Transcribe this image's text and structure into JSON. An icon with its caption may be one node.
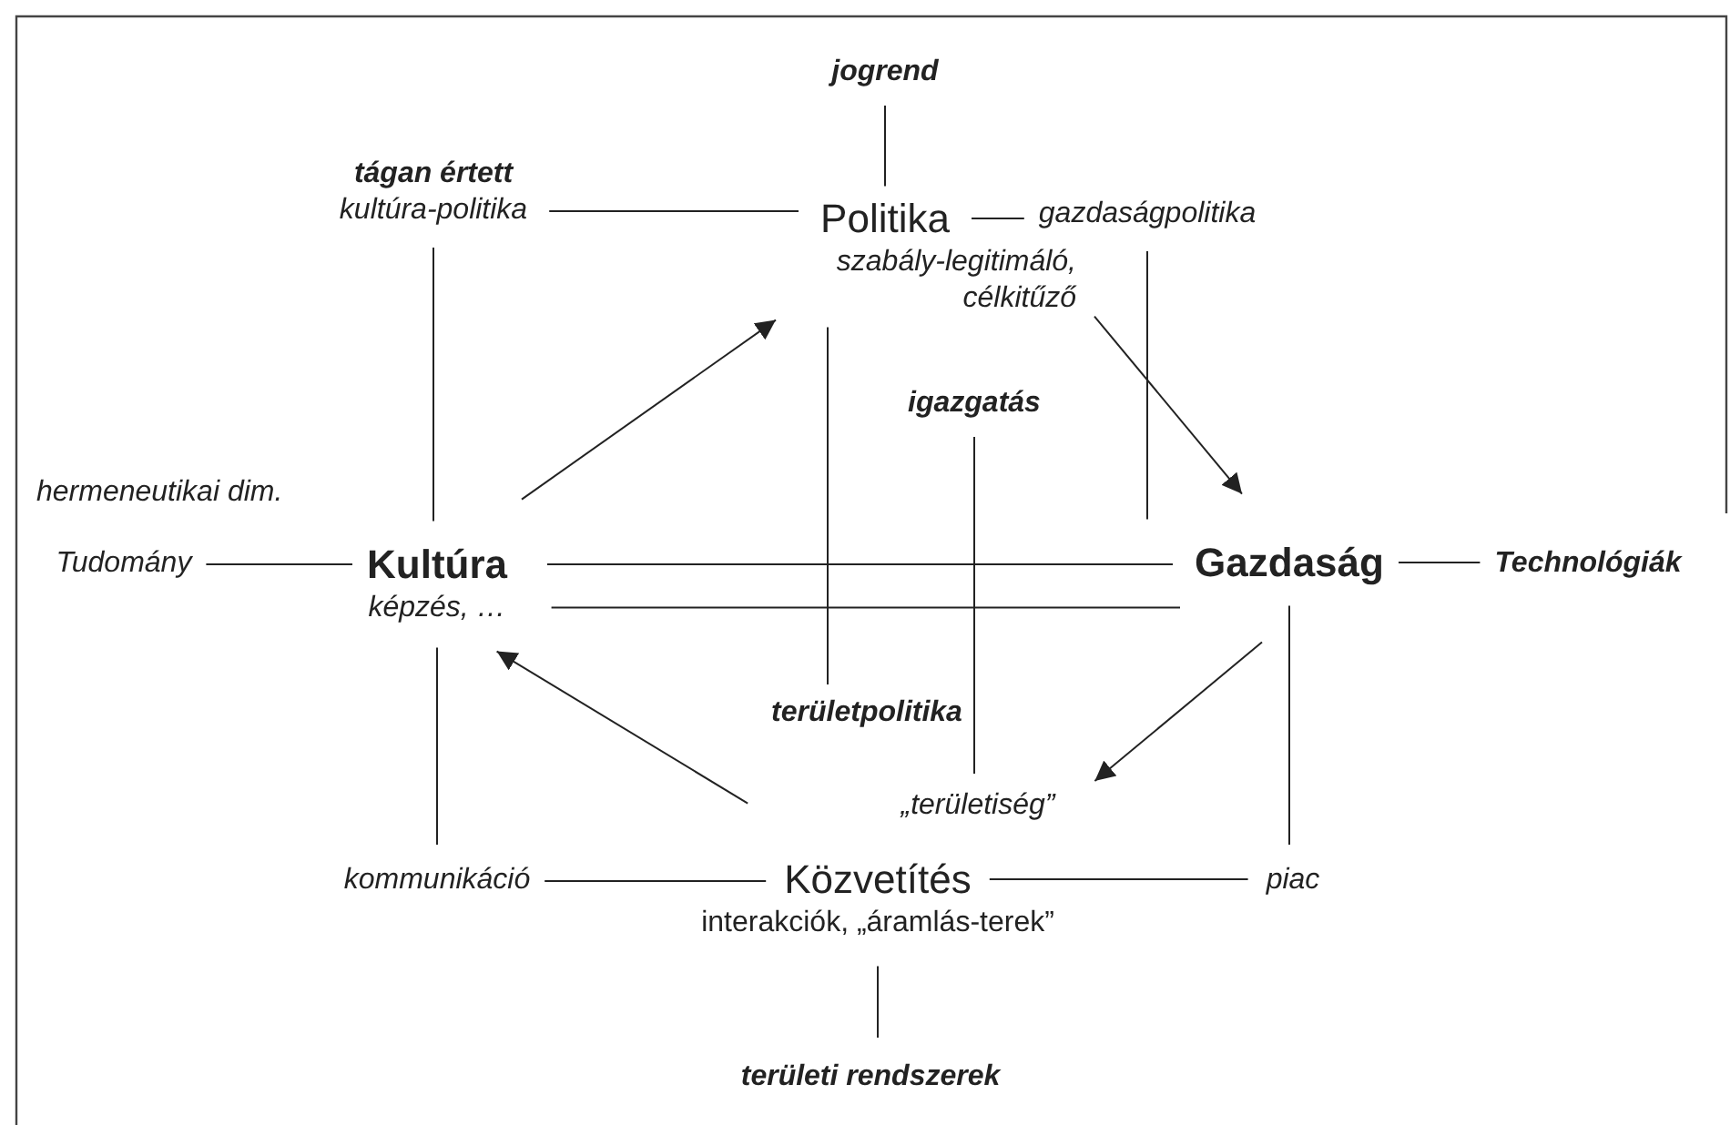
{
  "diagram": {
    "nodes": [
      {
        "text": [
          "jogrend"
        ]
      },
      {
        "text": [
          "tágan értett",
          "kultúra-politika"
        ]
      },
      {
        "text": [
          "Politika",
          "szabály-legitimáló, célkitűző"
        ]
      },
      {
        "text": [
          "gazdaságpolitika"
        ]
      },
      {
        "text": [
          "igazgatás"
        ]
      },
      {
        "text": [
          "Tudomány"
        ]
      },
      {
        "text": [
          "Kultúra",
          "képzés, …"
        ]
      },
      {
        "text": [
          "Gazdaság"
        ]
      },
      {
        "text": [
          "Technológiák"
        ]
      },
      {
        "text": [
          "területpolitika"
        ]
      },
      {
        "text": [
          "„területiség”"
        ]
      },
      {
        "text": [
          "kommunikáció"
        ]
      },
      {
        "text": [
          "Közvetítés",
          "interakciók, „áramlás-terek”"
        ]
      },
      {
        "text": [
          "piac"
        ]
      },
      {
        "text": [
          "területi rendszerek"
        ]
      }
    ],
    "edges": [
      {
        "from": 0,
        "to": 2,
        "arrow": "none"
      },
      {
        "from": 1,
        "to": 2,
        "arrow": "none"
      },
      {
        "from": 2,
        "to": 3,
        "arrow": "none"
      },
      {
        "from": 1,
        "to": 6,
        "arrow": "none"
      },
      {
        "from": 3,
        "to": 7,
        "arrow": "none"
      },
      {
        "from": 2,
        "to": 9,
        "arrow": "none"
      },
      {
        "from": 4,
        "to": 10,
        "arrow": "none"
      },
      {
        "from": 5,
        "to": 6,
        "arrow": "none"
      },
      {
        "from": 6,
        "to": 7,
        "arrow": "none"
      },
      {
        "from": 6,
        "to": 7,
        "arrow": "none"
      },
      {
        "from": 7,
        "to": 8,
        "arrow": "none"
      },
      {
        "from": 6,
        "to": 2,
        "arrow": "to"
      },
      {
        "from": 2,
        "to": 7,
        "arrow": "to"
      },
      {
        "from": 7,
        "to": 10,
        "arrow": "to"
      },
      {
        "from": 12,
        "to": 6,
        "arrow": "to"
      },
      {
        "from": 6,
        "to": 11,
        "arrow": "none"
      },
      {
        "from": 7,
        "to": 13,
        "arrow": "none"
      },
      {
        "from": 11,
        "to": 12,
        "arrow": "none"
      },
      {
        "from": 12,
        "to": 13,
        "arrow": "none"
      },
      {
        "from": 12,
        "to": 14,
        "arrow": "none"
      }
    ],
    "labels": [
      "hermeneutikai dim."
    ]
  }
}
